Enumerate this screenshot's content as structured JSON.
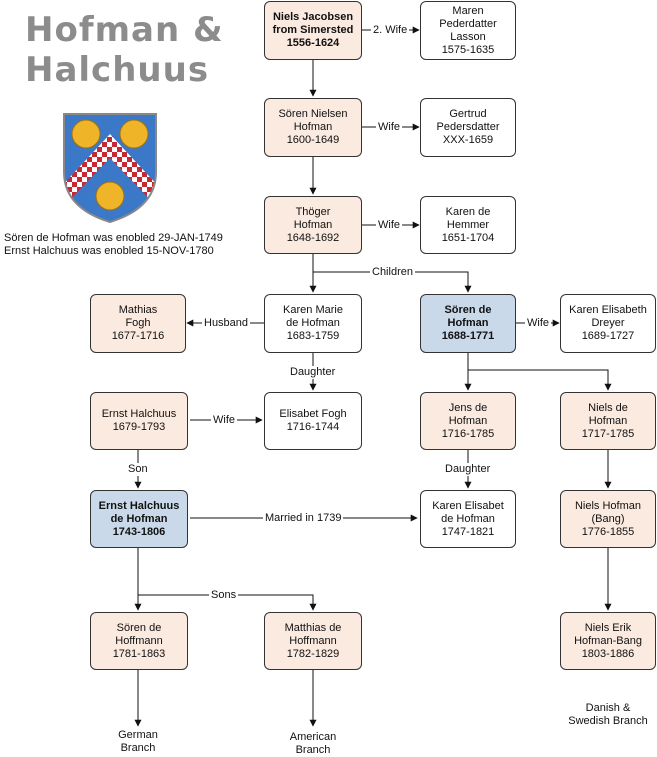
{
  "title": {
    "line1": "Hofman &",
    "line2": "Halchuus"
  },
  "notes": {
    "line1": "Sören de Hofman was enobled 29-JAN-1749",
    "line2": "Ernst Halchuus was enobled 15-NOV-1780"
  },
  "colors": {
    "pale": "#fbeadf",
    "blue": "#c9d9ea",
    "crest_blue": "#3c78c8",
    "crest_red": "#c82832",
    "crest_gold": "#f0b428"
  },
  "people": {
    "niels_jacobsen": {
      "l1": "Niels Jacobsen",
      "l2": "from Simersted",
      "l3": "1556-1624"
    },
    "maren": {
      "l1": "Maren",
      "l2": "Pederdatter",
      "l3": "Lasson",
      "l4": "1575-1635"
    },
    "soren_nielsen": {
      "l1": "Sören Nielsen",
      "l2": "Hofman",
      "l3": "1600-1649"
    },
    "gertrud": {
      "l1": "Gertrud",
      "l2": "Pedersdatter",
      "l3": "XXX-1659"
    },
    "thoger": {
      "l1": "Thöger",
      "l2": "Hofman",
      "l3": "1648-1692"
    },
    "karen_hemmer": {
      "l1": "Karen de",
      "l2": "Hemmer",
      "l3": "1651-1704"
    },
    "mathias_fogh": {
      "l1": "Mathias",
      "l2": "Fogh",
      "l3": "1677-1716"
    },
    "karen_marie": {
      "l1": "Karen Marie",
      "l2": "de Hofman",
      "l3": "1683-1759"
    },
    "soren_de": {
      "l1": "Sören de",
      "l2": "Hofman",
      "l3": "1688-1771"
    },
    "karen_elisabeth": {
      "l1": "Karen Elisabeth",
      "l2": "Dreyer",
      "l3": "1689-1727"
    },
    "ernst_1679": {
      "l1": "Ernst Halchuus",
      "l2": "1679-1793"
    },
    "elisabet_fogh": {
      "l1": "Elisabet Fogh",
      "l2": "1716-1744"
    },
    "jens_de": {
      "l1": "Jens de",
      "l2": "Hofman",
      "l3": "1716-1785"
    },
    "niels_de": {
      "l1": "Niels de",
      "l2": "Hofman",
      "l3": "1717-1785"
    },
    "ernst_1743": {
      "l1": "Ernst Halchuus",
      "l2": "de Hofman",
      "l3": "1743-1806"
    },
    "karen_elisabet": {
      "l1": "Karen Elisabet",
      "l2": "de Hofman",
      "l3": "1747-1821"
    },
    "niels_bang": {
      "l1": "Niels Hofman",
      "l2": "(Bang)",
      "l3": "1776-1855"
    },
    "soren_hoffmann": {
      "l1": "Sören de",
      "l2": "Hoffmann",
      "l3": "1781-1863"
    },
    "matthias_hoffmann": {
      "l1": "Matthias de",
      "l2": "Hoffmann",
      "l3": "1782-1829"
    },
    "niels_erik": {
      "l1": "Niels Erik",
      "l2": "Hofman-Bang",
      "l3": "1803-1886"
    }
  },
  "labels": {
    "wife2": "2. Wife",
    "wife": "Wife",
    "children": "Children",
    "husband": "Husband",
    "daughter": "Daughter",
    "son": "Son",
    "married": "Married in 1739",
    "sons": "Sons"
  },
  "branches": {
    "german": {
      "l1": "German",
      "l2": "Branch"
    },
    "american": {
      "l1": "American",
      "l2": "Branch"
    },
    "danish": {
      "l1": "Danish &",
      "l2": "Swedish Branch"
    }
  }
}
